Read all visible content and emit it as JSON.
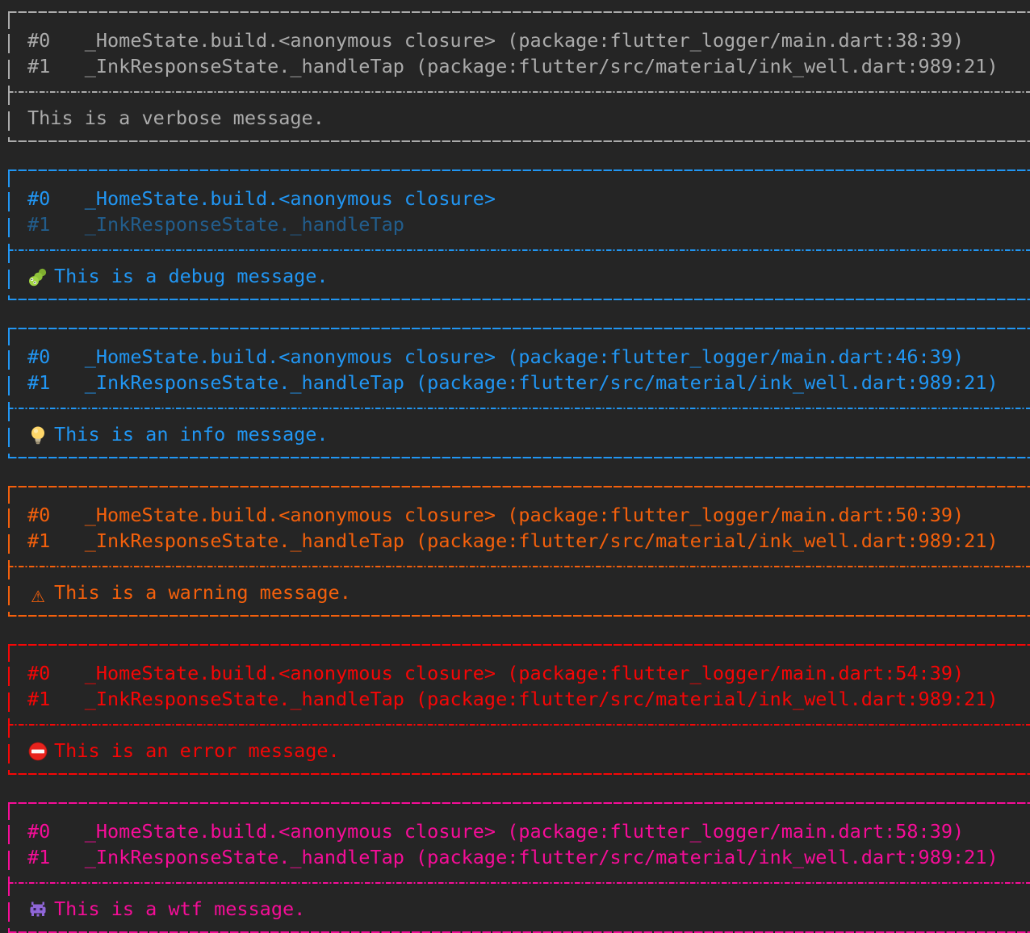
{
  "app": {
    "name": "flutter-logger-terminal-output",
    "background": "#252525"
  },
  "terminal": {
    "blocks": [
      {
        "level": "verbose",
        "color": "#ababab",
        "icon": null,
        "stack": [
          {
            "index": "#0",
            "text": "_HomeState.build.<anonymous closure> (package:flutter_logger/main.dart:38:39)",
            "dimmed": false
          },
          {
            "index": "#1",
            "text": "_InkResponseState._handleTap (package:flutter/src/material/ink_well.dart:989:21)",
            "dimmed": false
          }
        ],
        "message": "This is a verbose message."
      },
      {
        "level": "debug",
        "color": "#2196f3",
        "icon": "bug-emoji",
        "stack": [
          {
            "index": "#0",
            "text": "_HomeState.build.<anonymous closure>",
            "dimmed": false
          },
          {
            "index": "#1",
            "text": "_InkResponseState._handleTap",
            "dimmed": true
          }
        ],
        "message": "This is a debug message."
      },
      {
        "level": "info",
        "color": "#2196f3",
        "icon": "light-bulb-emoji",
        "stack": [
          {
            "index": "#0",
            "text": "_HomeState.build.<anonymous closure> (package:flutter_logger/main.dart:46:39)",
            "dimmed": false
          },
          {
            "index": "#1",
            "text": "_InkResponseState._handleTap (package:flutter/src/material/ink_well.dart:989:21)",
            "dimmed": false
          }
        ],
        "message": "This is an info message."
      },
      {
        "level": "warning",
        "color": "#f4600c",
        "icon": "warning-sign",
        "icon_glyph": "⚠",
        "stack": [
          {
            "index": "#0",
            "text": "_HomeState.build.<anonymous closure> (package:flutter_logger/main.dart:50:39)",
            "dimmed": false
          },
          {
            "index": "#1",
            "text": "_InkResponseState._handleTap (package:flutter/src/material/ink_well.dart:989:21)",
            "dimmed": false
          }
        ],
        "message": "This is a warning message."
      },
      {
        "level": "error",
        "color": "#f60606",
        "icon": "no-entry-emoji",
        "stack": [
          {
            "index": "#0",
            "text": "_HomeState.build.<anonymous closure> (package:flutter_logger/main.dart:54:39)",
            "dimmed": false
          },
          {
            "index": "#1",
            "text": "_InkResponseState._handleTap (package:flutter/src/material/ink_well.dart:989:21)",
            "dimmed": false
          }
        ],
        "message": "This is an error message."
      },
      {
        "level": "wtf",
        "color": "#f60d98",
        "icon": "alien-monster-emoji",
        "stack": [
          {
            "index": "#0",
            "text": "_HomeState.build.<anonymous closure> (package:flutter_logger/main.dart:58:39)",
            "dimmed": false
          },
          {
            "index": "#1",
            "text": "_InkResponseState._handleTap (package:flutter/src/material/ink_well.dart:989:21)",
            "dimmed": false
          }
        ],
        "message": "This is a wtf message."
      }
    ]
  }
}
